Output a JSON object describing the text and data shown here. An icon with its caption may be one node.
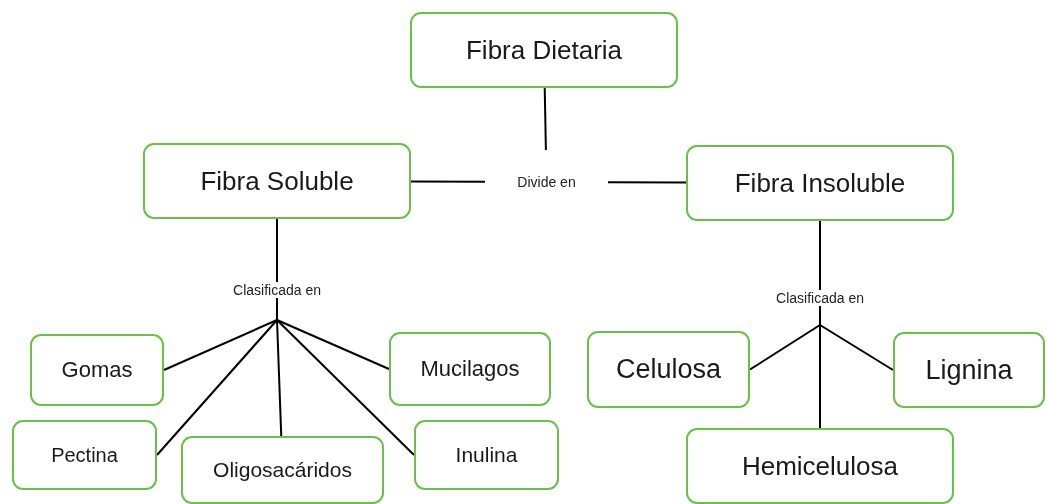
{
  "diagram": {
    "nodes": [
      {
        "text": [
          "Fibra Dietaria"
        ]
      },
      {
        "text": [
          "Divide en"
        ]
      },
      {
        "text": [
          "Fibra Soluble"
        ]
      },
      {
        "text": [
          "Fibra Insoluble"
        ]
      },
      {
        "text": [
          "Clasificada en"
        ]
      },
      {
        "text": [
          "Gomas"
        ]
      },
      {
        "text": [
          "Mucilagos"
        ]
      },
      {
        "text": [
          "Pectina"
        ]
      },
      {
        "text": [
          "Oligosacáridos"
        ]
      },
      {
        "text": [
          "Inulina"
        ]
      },
      {
        "text": [
          "Clasificada en"
        ]
      },
      {
        "text": [
          "Celulosa"
        ]
      },
      {
        "text": [
          "Lignina"
        ]
      },
      {
        "text": [
          "Hemicelulosa"
        ]
      }
    ],
    "edges": [
      {
        "from": 0,
        "to": 1,
        "arrow": "none"
      },
      {
        "from": 1,
        "to": 2,
        "arrow": "none"
      },
      {
        "from": 1,
        "to": 3,
        "arrow": "none"
      },
      {
        "from": 2,
        "to": 4,
        "arrow": "none"
      },
      {
        "from": 4,
        "to": 5,
        "arrow": "none"
      },
      {
        "from": 4,
        "to": 6,
        "arrow": "none"
      },
      {
        "from": 4,
        "to": 7,
        "arrow": "none"
      },
      {
        "from": 4,
        "to": 8,
        "arrow": "none"
      },
      {
        "from": 4,
        "to": 9,
        "arrow": "none"
      },
      {
        "from": 3,
        "to": 10,
        "arrow": "none"
      },
      {
        "from": 10,
        "to": 11,
        "arrow": "none"
      },
      {
        "from": 10,
        "to": 12,
        "arrow": "none"
      },
      {
        "from": 10,
        "to": 13,
        "arrow": "none"
      }
    ]
  }
}
